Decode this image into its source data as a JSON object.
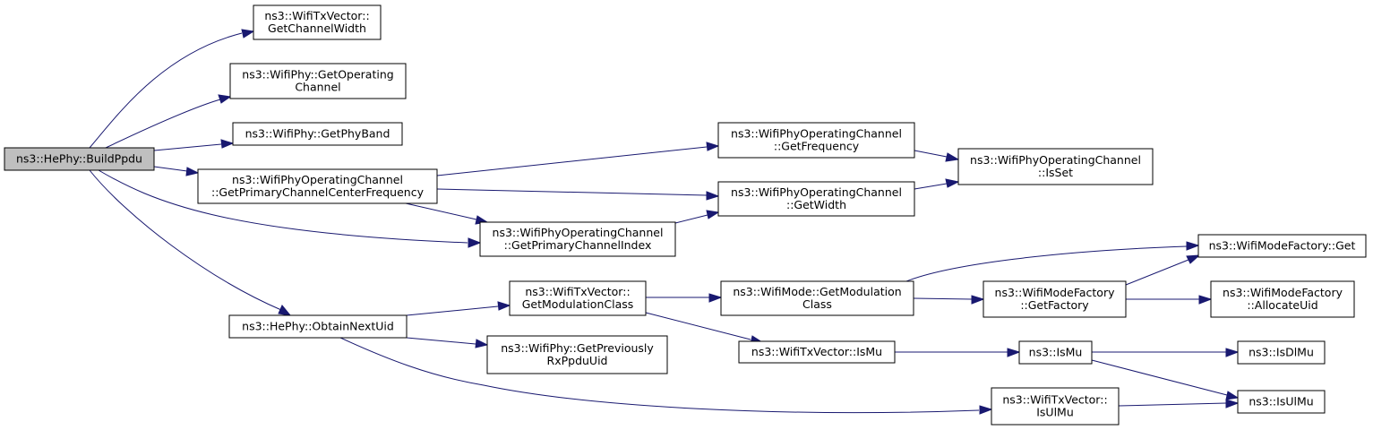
{
  "diagram": {
    "colors": {
      "edge": "#191970",
      "root_fill": "#bfbfbf",
      "node_fill": "#ffffff",
      "border": "#000000"
    },
    "nodes": [
      {
        "id": "build_ppdu",
        "root": true,
        "lines": [
          "ns3::HePhy::BuildPpdu"
        ]
      },
      {
        "id": "get_channel_width",
        "lines": [
          "ns3::WifiTxVector::",
          "GetChannelWidth"
        ]
      },
      {
        "id": "get_operating_channel",
        "lines": [
          "ns3::WifiPhy::GetOperating",
          "Channel"
        ]
      },
      {
        "id": "get_phy_band",
        "lines": [
          "ns3::WifiPhy::GetPhyBand"
        ]
      },
      {
        "id": "get_primary_channel_center_frequency",
        "lines": [
          "ns3::WifiPhyOperatingChannel",
          "::GetPrimaryChannelCenterFrequency"
        ]
      },
      {
        "id": "get_primary_channel_index",
        "lines": [
          "ns3::WifiPhyOperatingChannel",
          "::GetPrimaryChannelIndex"
        ]
      },
      {
        "id": "obtain_next_uid",
        "lines": [
          "ns3::HePhy::ObtainNextUid"
        ]
      },
      {
        "id": "get_frequency",
        "lines": [
          "ns3::WifiPhyOperatingChannel",
          "::GetFrequency"
        ]
      },
      {
        "id": "get_width",
        "lines": [
          "ns3::WifiPhyOperatingChannel",
          "::GetWidth"
        ]
      },
      {
        "id": "is_set",
        "lines": [
          "ns3::WifiPhyOperatingChannel",
          "::IsSet"
        ]
      },
      {
        "id": "get_modulation_class_txv",
        "lines": [
          "ns3::WifiTxVector::",
          "GetModulationClass"
        ]
      },
      {
        "id": "get_previously_rx_ppdu_uid",
        "lines": [
          "ns3::WifiPhy::GetPreviously",
          "RxPpduUid"
        ]
      },
      {
        "id": "is_ul_mu_txv",
        "lines": [
          "ns3::WifiTxVector::",
          "IsUlMu"
        ]
      },
      {
        "id": "get_modulation_class_mode",
        "lines": [
          "ns3::WifiMode::GetModulation",
          "Class"
        ]
      },
      {
        "id": "is_mu_txv",
        "lines": [
          "ns3::WifiTxVector::IsMu"
        ]
      },
      {
        "id": "wifi_mode_factory_get",
        "lines": [
          "ns3::WifiModeFactory::Get"
        ]
      },
      {
        "id": "get_factory",
        "lines": [
          "ns3::WifiModeFactory",
          "::GetFactory"
        ]
      },
      {
        "id": "allocate_uid",
        "lines": [
          "ns3::WifiModeFactory",
          "::AllocateUid"
        ]
      },
      {
        "id": "is_mu",
        "lines": [
          "ns3::IsMu"
        ]
      },
      {
        "id": "is_dl_mu",
        "lines": [
          "ns3::IsDlMu"
        ]
      },
      {
        "id": "is_ul_mu",
        "lines": [
          "ns3::IsUlMu"
        ]
      }
    ],
    "edges": [
      {
        "from": "build_ppdu",
        "to": "get_channel_width"
      },
      {
        "from": "build_ppdu",
        "to": "get_operating_channel"
      },
      {
        "from": "build_ppdu",
        "to": "get_phy_band"
      },
      {
        "from": "build_ppdu",
        "to": "get_primary_channel_center_frequency"
      },
      {
        "from": "build_ppdu",
        "to": "get_primary_channel_index"
      },
      {
        "from": "build_ppdu",
        "to": "obtain_next_uid"
      },
      {
        "from": "get_primary_channel_center_frequency",
        "to": "get_frequency"
      },
      {
        "from": "get_primary_channel_center_frequency",
        "to": "get_width"
      },
      {
        "from": "get_primary_channel_center_frequency",
        "to": "get_primary_channel_index"
      },
      {
        "from": "get_primary_channel_index",
        "to": "get_width"
      },
      {
        "from": "get_frequency",
        "to": "is_set"
      },
      {
        "from": "get_width",
        "to": "is_set"
      },
      {
        "from": "obtain_next_uid",
        "to": "get_modulation_class_txv"
      },
      {
        "from": "obtain_next_uid",
        "to": "get_previously_rx_ppdu_uid"
      },
      {
        "from": "obtain_next_uid",
        "to": "is_ul_mu_txv"
      },
      {
        "from": "get_modulation_class_txv",
        "to": "get_modulation_class_mode"
      },
      {
        "from": "get_modulation_class_txv",
        "to": "is_mu_txv"
      },
      {
        "from": "get_modulation_class_mode",
        "to": "wifi_mode_factory_get"
      },
      {
        "from": "get_modulation_class_mode",
        "to": "get_factory"
      },
      {
        "from": "get_factory",
        "to": "wifi_mode_factory_get"
      },
      {
        "from": "get_factory",
        "to": "allocate_uid"
      },
      {
        "from": "is_mu_txv",
        "to": "is_mu"
      },
      {
        "from": "is_mu",
        "to": "is_dl_mu"
      },
      {
        "from": "is_mu",
        "to": "is_ul_mu"
      },
      {
        "from": "is_ul_mu_txv",
        "to": "is_ul_mu"
      }
    ]
  }
}
